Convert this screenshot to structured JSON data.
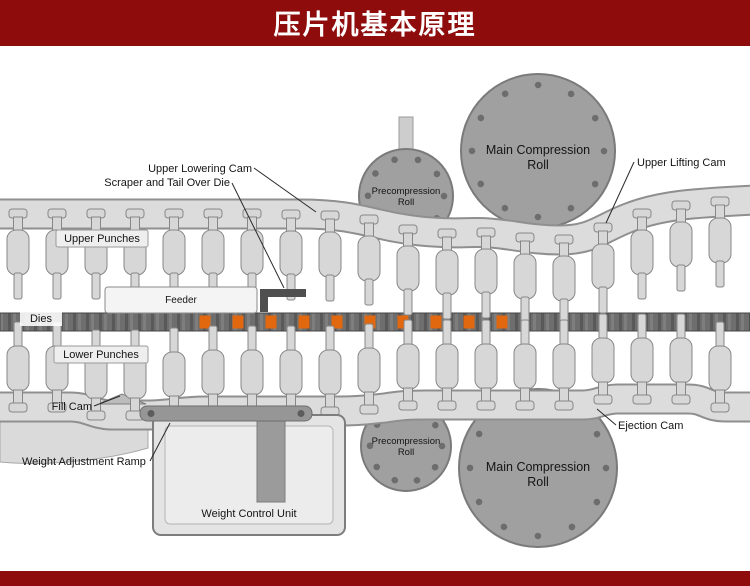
{
  "page": {
    "title": "压片机基本原理",
    "header_bg": "#8e0c0c",
    "footer_bg": "#8e0c0c"
  },
  "diagram": {
    "labels": {
      "upper_lowering_cam": "Upper  Lowering Cam",
      "scraper_and_tail_over_die": "Scraper and Tail Over Die",
      "upper_punches": "Upper Punches",
      "feeder": "Feeder",
      "dies": "Dies",
      "lower_punches": "Lower Punches",
      "fill_cam": "Fill Cam",
      "weight_adjustment_ramp": "Weight Adjustment Ramp",
      "weight_control_unit": "Weight Control Unit",
      "upper_lifting_cam": "Upper  Lifting Cam",
      "ejection_cam": "Ejection Cam"
    },
    "rolls": {
      "precompression_line1": "Precompression",
      "precompression_line2": "Roll",
      "main_line1": "Main Compression",
      "main_line2": "Roll"
    },
    "colors": {
      "tablet_orange": "#e2680f",
      "machine_gray": "#dcdcdc",
      "roll_gray": "#a0a0a0",
      "die_strip_gray": "#6e6e6e"
    }
  }
}
